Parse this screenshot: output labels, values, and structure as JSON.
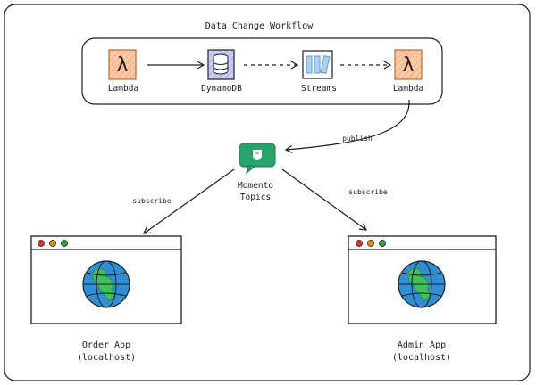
{
  "workflow": {
    "title": "Data Change Workflow",
    "nodes": {
      "lambda_in": {
        "label": "Lambda",
        "icon": "lambda-icon"
      },
      "dynamodb": {
        "label": "DynamoDB",
        "icon": "dynamodb-icon"
      },
      "streams": {
        "label": "Streams",
        "icon": "streams-icon"
      },
      "lambda_out": {
        "label": "Lambda",
        "icon": "lambda-icon"
      }
    }
  },
  "topics": {
    "line1": "Momento",
    "line2": "Topics",
    "icon": "momento-topics-icon"
  },
  "edges": {
    "publish": "publish",
    "subscribe_left": "subscribe",
    "subscribe_right": "subscribe"
  },
  "apps": {
    "order": {
      "line1": "Order App",
      "line2": "(localhost)"
    },
    "admin": {
      "line1": "Admin App",
      "line2": "(localhost)"
    }
  },
  "colors": {
    "lambda_fill": "#ffc9a4",
    "lambda_stroke": "#c0691f",
    "dynamodb_fill": "#c7cdf5",
    "streams_fill": "#a9d2f0",
    "momento_green": "#25a56a",
    "globe_blue": "#2f8fd6",
    "globe_green": "#40c057",
    "dot_red": "#e03131",
    "dot_orange": "#f08c00",
    "dot_green": "#2f9e44"
  }
}
